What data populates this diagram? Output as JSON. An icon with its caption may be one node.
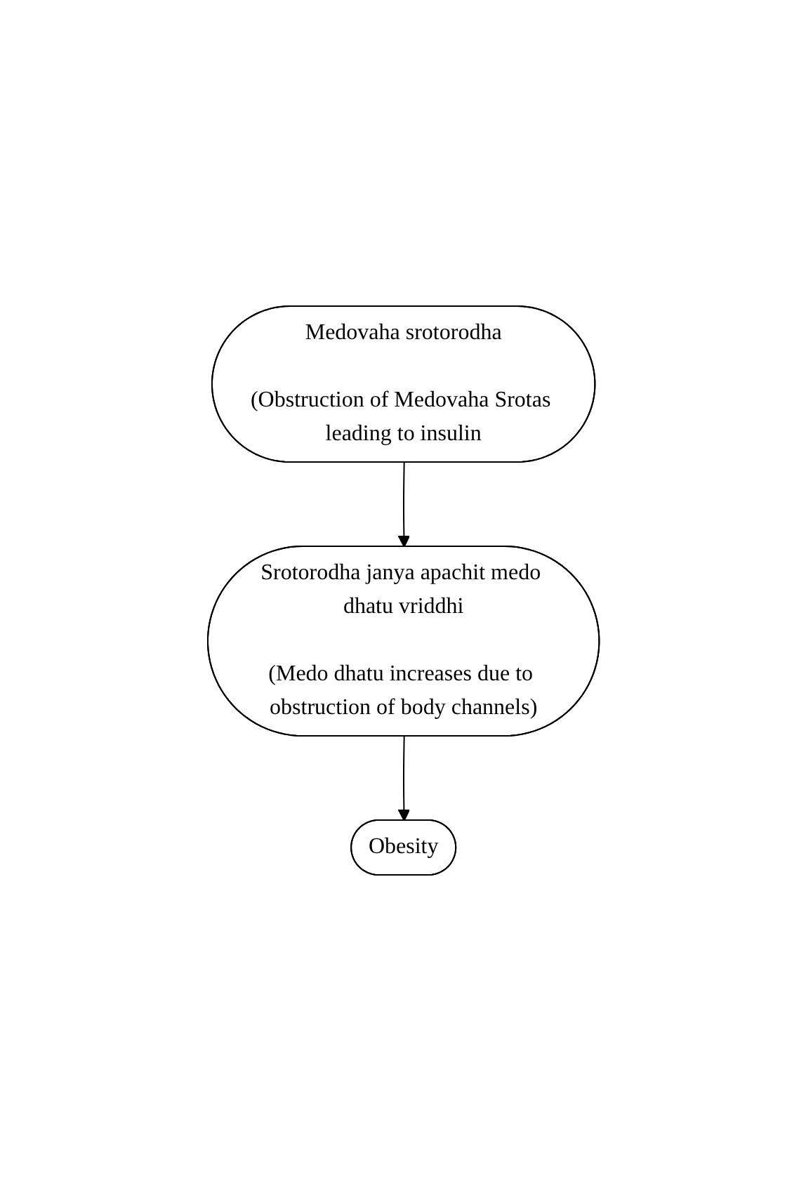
{
  "diagram": {
    "nodes": [
      {
        "text": [
          "Medovaha srotorodha",
          "(Obstruction of Medovaha Srotas leading to insulin"
        ]
      },
      {
        "text": [
          "Srotorodha janya apachit medo dhatu vriddhi",
          "(Medo dhatu increases due to obstruction of body channels)"
        ]
      },
      {
        "text": [
          "Obesity"
        ]
      }
    ],
    "edges": [
      {
        "from": 0,
        "to": 1,
        "arrow": "to"
      },
      {
        "from": 1,
        "to": 2,
        "arrow": "to"
      }
    ]
  }
}
